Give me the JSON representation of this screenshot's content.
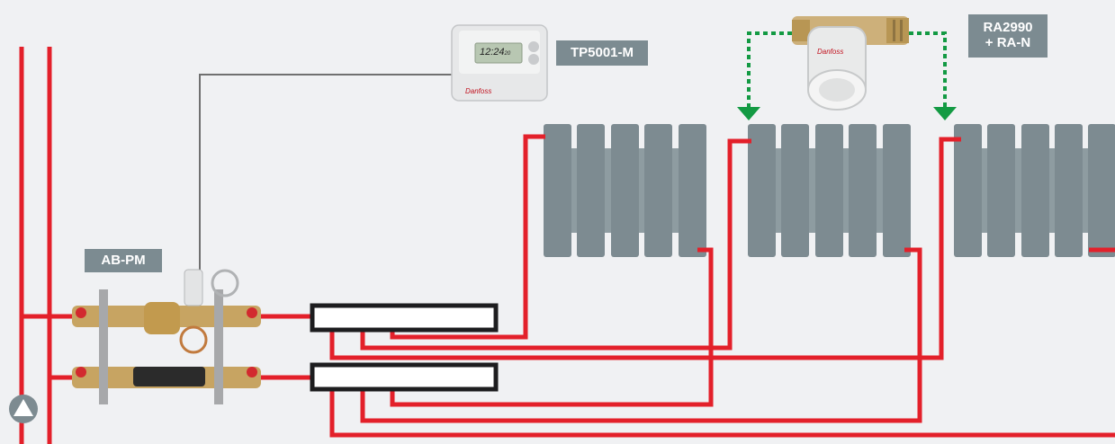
{
  "labels": {
    "valve_group": "AB-PM",
    "thermostat": "TP5001-M",
    "radiator_valve": "RA2990\n+ RA-N"
  },
  "thermostat_display": {
    "time": "12:24",
    "suffix": "20"
  },
  "brand_logo": "Danfoss",
  "pump_icon": "pump-triangle-icon",
  "colors": {
    "pipe": "#e3202a",
    "radiator": "#7d8b91",
    "label_bg": "#7c8b91",
    "arrow": "#139a43",
    "control_wire": "#707070",
    "background": "#f0f1f3"
  }
}
